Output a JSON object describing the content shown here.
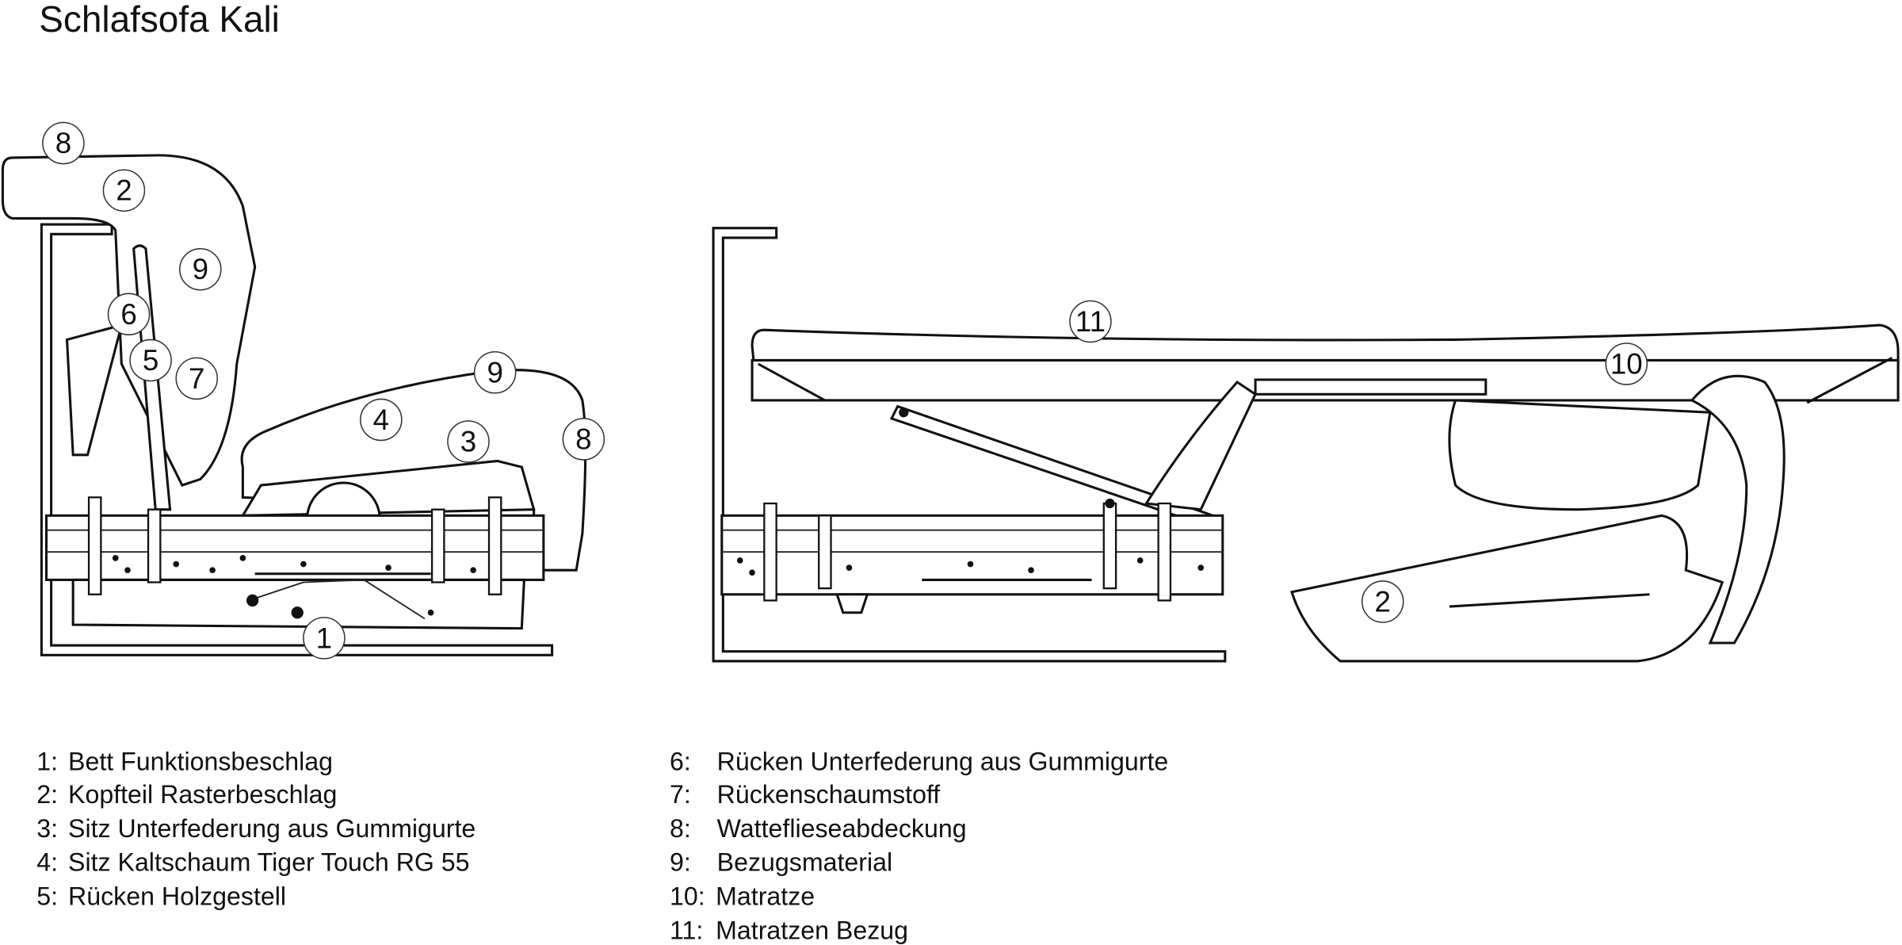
{
  "title": "Schlafsofa Kali",
  "callouts_sofa": [
    "8",
    "2",
    "9",
    "6",
    "5",
    "7",
    "4",
    "3",
    "9",
    "8",
    "1"
  ],
  "callouts_bed": [
    "11",
    "10",
    "2"
  ],
  "legend_left": [
    {
      "num": "1:",
      "text": "Bett Funktionsbeschlag"
    },
    {
      "num": "2:",
      "text": "Kopfteil Rasterbeschlag"
    },
    {
      "num": "3:",
      "text": "Sitz Unterfederung aus Gummigurte"
    },
    {
      "num": "4:",
      "text": "Sitz Kaltschaum Tiger Touch RG 55"
    },
    {
      "num": "5:",
      "text": "Rücken Holzgestell"
    }
  ],
  "legend_right": [
    {
      "num": "6:",
      "text": "Rücken Unterfederung aus Gummigurte"
    },
    {
      "num": "7:",
      "text": "Rückenschaumstoff"
    },
    {
      "num": "8:",
      "text": "Watteflieseabdeckung"
    },
    {
      "num": "9:",
      "text": "Bezugsmaterial"
    },
    {
      "num": "10:",
      "text": "Matratze"
    },
    {
      "num": "11:",
      "text": "Matratzen Bezug"
    }
  ]
}
